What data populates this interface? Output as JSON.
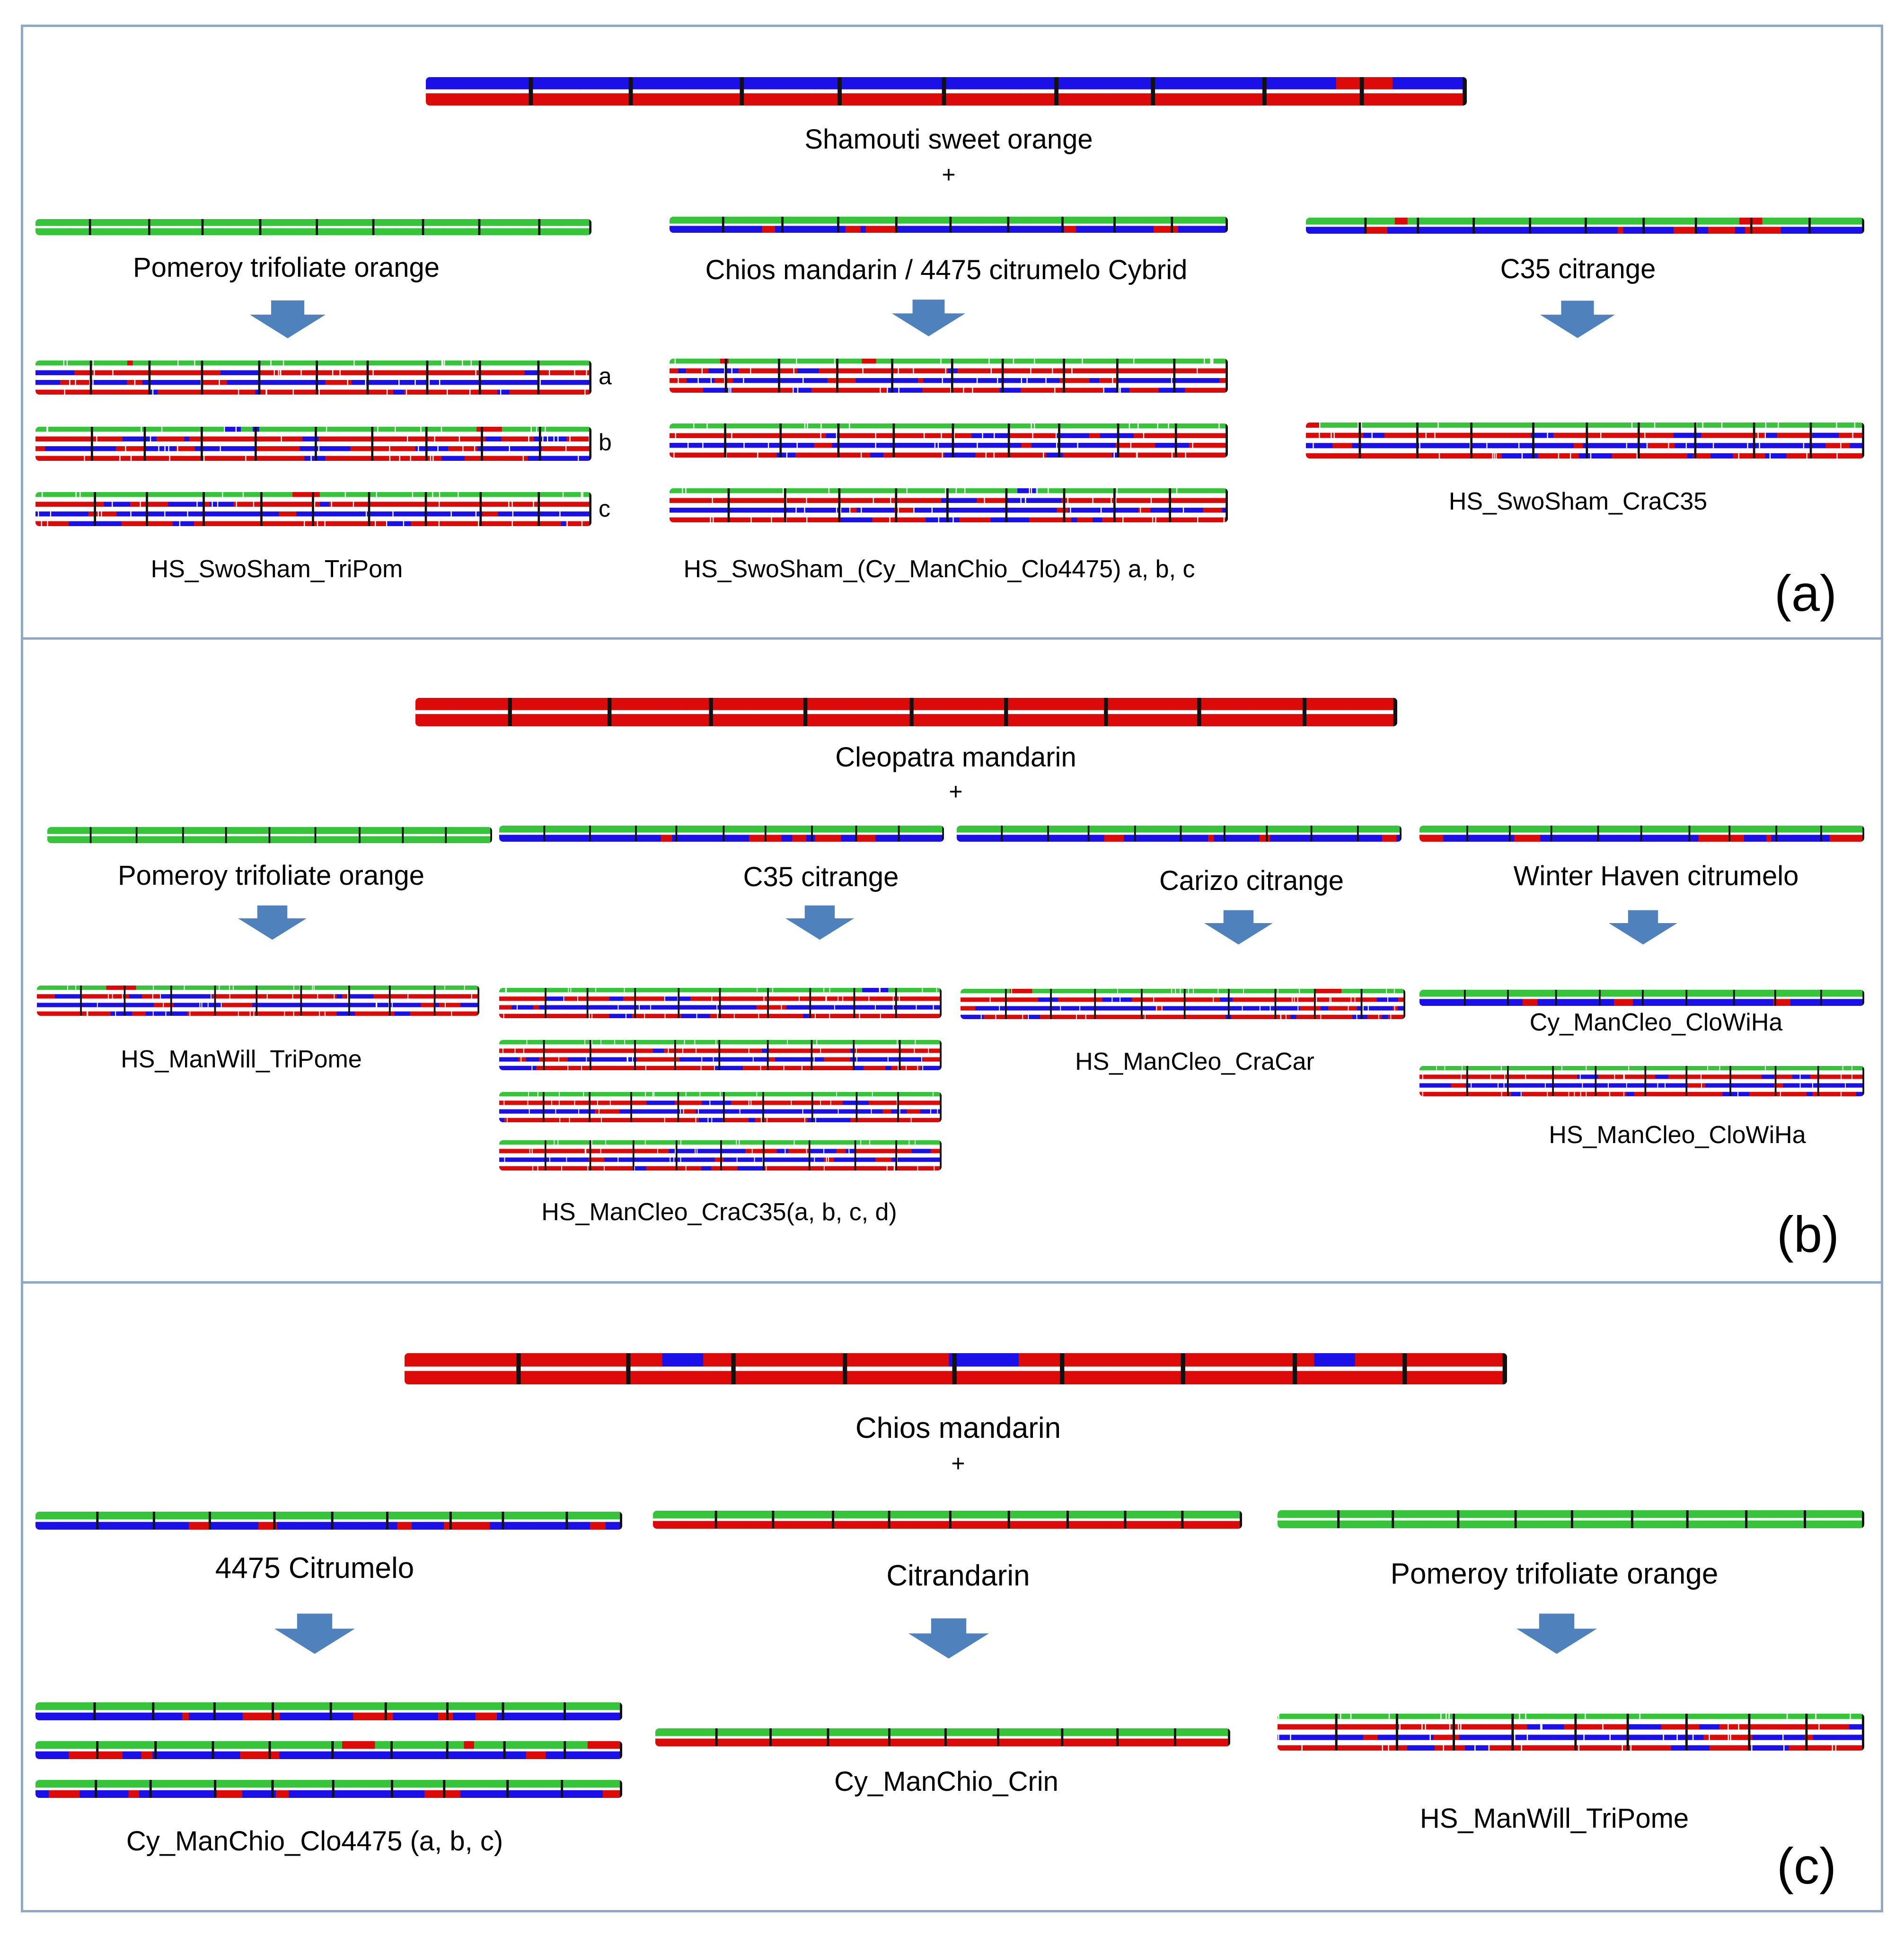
{
  "colors": {
    "mandarin": "#dd0a0a",
    "pummelo": "#1c10e8",
    "poncirus": "#36c43a",
    "boundary": "#111111",
    "arrow": "#4f81bd",
    "border": "#8fa8c8"
  },
  "panel_a": {
    "female": "Shamouti sweet orange",
    "plus": "+",
    "male_1": "Pomeroy trifoliate orange",
    "male_2": "Chios mandarin / 4475 citrumelo Cybrid",
    "male_3": "C35 citrange",
    "sub_a": "a",
    "sub_b": "b",
    "sub_c": "c",
    "result_1": "HS_SwoSham_TriPom",
    "result_2": "HS_SwoSham_(Cy_ManChio_Clo4475) a, b, c",
    "result_3": "HS_SwoSham_CraC35",
    "label": "(a)"
  },
  "panel_b": {
    "female": "Cleopatra mandarin",
    "plus": "+",
    "male_1": "Pomeroy trifoliate orange",
    "male_2": "C35 citrange",
    "male_3": "Carizo citrange",
    "male_4": "Winter Haven citrumelo",
    "result_1": "HS_ManWill_TriPome",
    "result_2": "HS_ManCleo_CraC35(a, b, c, d)",
    "result_3": "HS_ManCleo_CraCar",
    "result_4a": "Cy_ManCleo_CloWiHa",
    "result_4b": "HS_ManCleo_CloWiHa",
    "label": "(b)"
  },
  "panel_c": {
    "female": "Chios mandarin",
    "plus": "+",
    "male_1": "4475 Citrumelo",
    "male_2": "Citrandarin",
    "male_3": "Pomeroy trifoliate orange",
    "result_1": "Cy_ManChio_Clo4475 (a, b, c)",
    "result_2": "Cy_ManChio_Crin",
    "result_3": "HS_ManWill_TriPome",
    "label": "(c)"
  }
}
